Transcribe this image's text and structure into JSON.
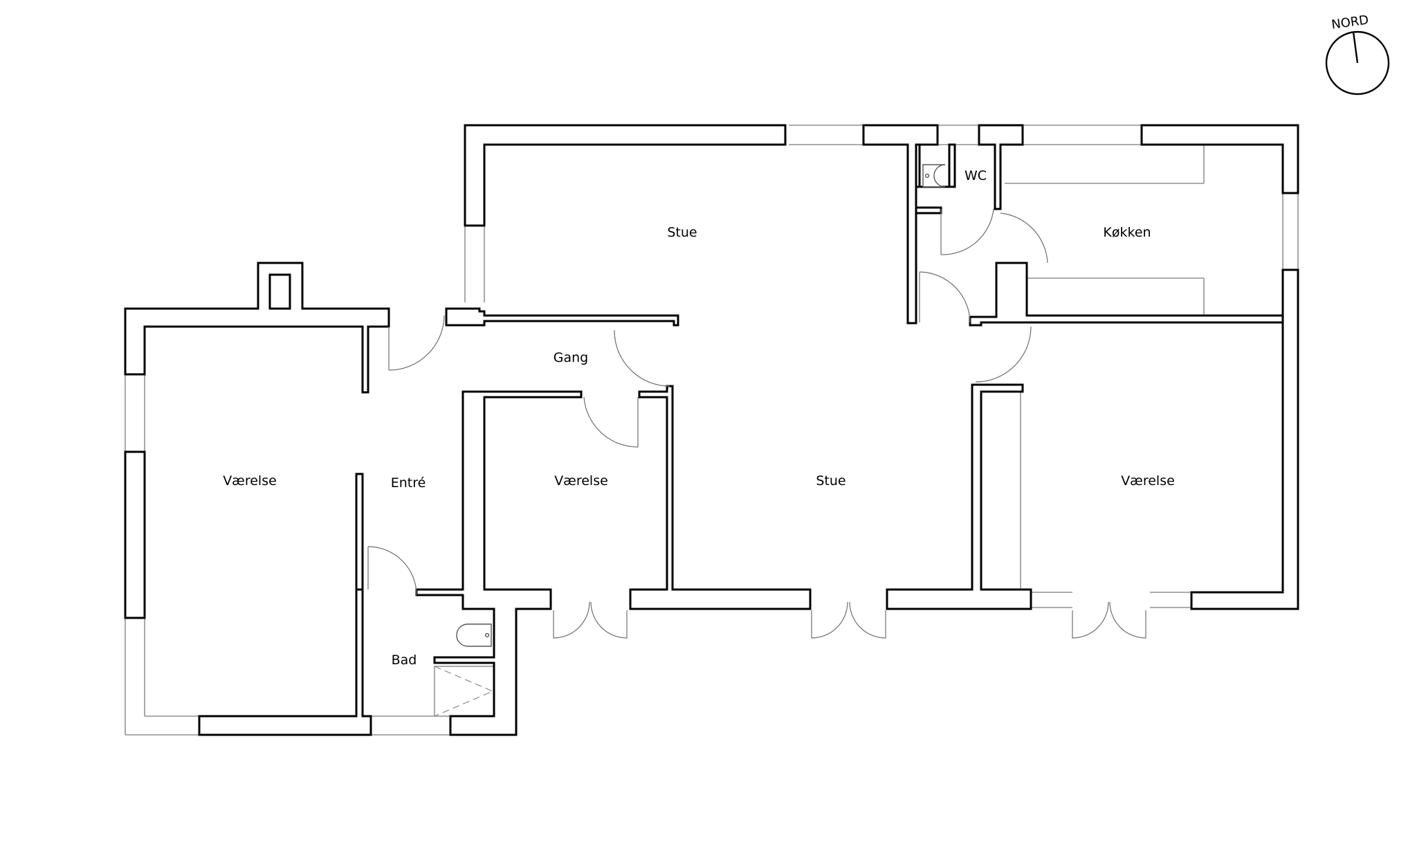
{
  "floor_plan": {
    "rooms": {
      "stue_north": "Stue",
      "wc": "WC",
      "kokken": "Køkken",
      "gang": "Gang",
      "vaerelse_west": "Værelse",
      "entre": "Entré",
      "vaerelse_mid": "Værelse",
      "stue_south": "Stue",
      "vaerelse_east": "Værelse",
      "bad": "Bad"
    },
    "compass": {
      "label": "NORD"
    }
  }
}
